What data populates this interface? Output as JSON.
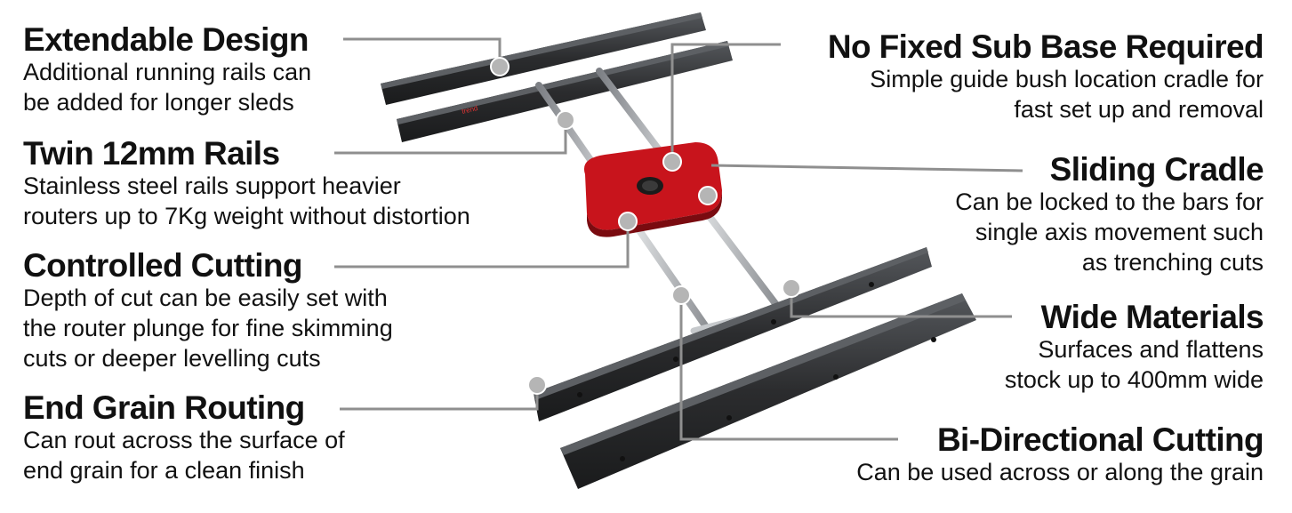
{
  "features": {
    "extendable": {
      "title": "Extendable Design",
      "desc": "Additional running rails can\nbe added for longer sleds"
    },
    "twin_rails": {
      "title": "Twin 12mm Rails",
      "desc": "Stainless steel rails support heavier\nrouters up to 7Kg weight without distortion"
    },
    "controlled": {
      "title": "Controlled Cutting",
      "desc": "Depth of cut can be easily set with\nthe router plunge for fine skimming\ncuts or deeper levelling cuts"
    },
    "end_grain": {
      "title": "End Grain Routing",
      "desc": "Can rout across the surface of\nend grain for a clean finish"
    },
    "no_sub_base": {
      "title": "No Fixed Sub Base Required",
      "desc": "Simple guide bush location cradle for\nfast set up and removal"
    },
    "sliding_cradle": {
      "title": "Sliding Cradle",
      "desc": "Can be locked to the bars for\nsingle axis movement such\nas trenching cuts"
    },
    "wide_materials": {
      "title": "Wide Materials",
      "desc": "Surfaces and flattens\nstock up to 400mm wide"
    },
    "bi_directional": {
      "title": "Bi-Directional Cutting",
      "desc": "Can be used across or along the grain"
    }
  },
  "colors": {
    "rail": "#2e2f31",
    "rail_top": "#4a4c4f",
    "cradle": "#c8141c",
    "bar": "#b9bcc0",
    "callout_line": "#8f8f8f",
    "callout_dot": "#b5b5b5"
  },
  "icons": [
    "callout-dot",
    "router-sled-jig"
  ]
}
